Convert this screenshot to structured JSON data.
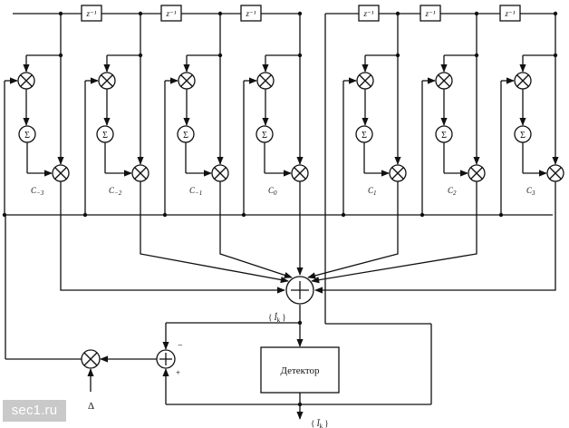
{
  "delay_label": "z⁻¹",
  "sum_symbol": "Σ",
  "coefficients": [
    {
      "sym": "C",
      "sub": "−3"
    },
    {
      "sym": "C",
      "sub": "−2"
    },
    {
      "sym": "C",
      "sub": "−1"
    },
    {
      "sym": "C",
      "sub": "0"
    },
    {
      "sym": "C",
      "sub": "1"
    },
    {
      "sym": "C",
      "sub": "2"
    },
    {
      "sym": "C",
      "sub": "3"
    }
  ],
  "detector_label": "Детектор",
  "estimate_label": {
    "pre": "{ ",
    "sym": "Î",
    "sub": "k",
    "post": " }"
  },
  "decision_label": {
    "pre": "{ ",
    "sym": "Ĩ",
    "sub": "k",
    "post": " }"
  },
  "delta_label": "Δ",
  "minus_sign": "−",
  "plus_sign": "+",
  "watermark": "sec1.ru"
}
